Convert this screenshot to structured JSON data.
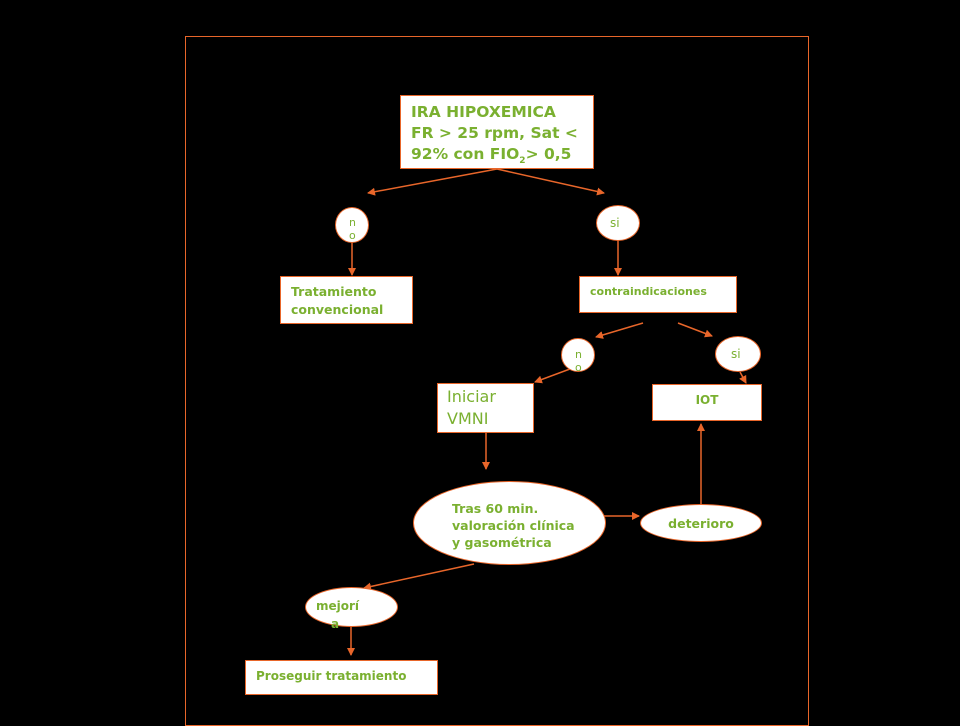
{
  "colors": {
    "background": "#000000",
    "stroke": "#e8662a",
    "text": "#7ab030",
    "box_fill": "#ffffff"
  },
  "nodes": {
    "root": {
      "line1": "IRA HIPOXEMICA",
      "line2": "FR > 25 rpm, Sat <",
      "line3_a": "92% con FIO",
      "line3_sub": "2",
      "line3_b": "> 0,5"
    },
    "no1": {
      "text": "no"
    },
    "si1": {
      "text": "si"
    },
    "tratamiento": {
      "line1": "Tratamiento",
      "line2": "convencional"
    },
    "contra": {
      "text": "contraindicaciones"
    },
    "no2": {
      "text": "no"
    },
    "si2": {
      "text": "si"
    },
    "vmni": {
      "line1": "Iniciar",
      "line2": "VMNI"
    },
    "iot": {
      "text": "IOT"
    },
    "tras": {
      "line1": "Tras  60 min.",
      "line2": "valoración clínica",
      "line3": "y gasométrica"
    },
    "deterioro": {
      "text": "deterioro"
    },
    "mejoria": {
      "line1": "mejorí",
      "line2": "a"
    },
    "proseguir": {
      "text": "Proseguir tratamiento"
    }
  }
}
